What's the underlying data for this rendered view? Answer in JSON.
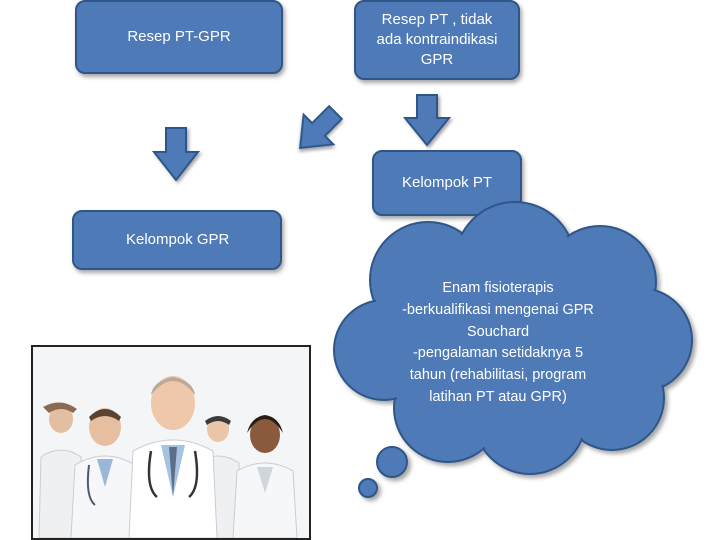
{
  "boxes": {
    "resep_pt_gpr": "Resep PT-GPR",
    "resep_pt_line1": "Resep PT , tidak",
    "resep_pt_line2": "ada kontraindikasi",
    "resep_pt_line3": "GPR",
    "kelompok_pt": "Kelompok PT",
    "kelompok_gpr": "Kelompok GPR"
  },
  "cloud": {
    "lines": [
      "Enam fisioterapis",
      "-berkualifikasi mengenai GPR",
      "Souchard",
      "-pengalaman setidaknya 5",
      "tahun (rehabilitasi, program",
      "latihan PT atau GPR)"
    ]
  },
  "colors": {
    "box_fill": "#4f7ab8",
    "box_border": "#2f5688",
    "arrow_fill": "#4f7ab8",
    "text": "#ffffff"
  },
  "image": {
    "subject": "group of doctors in white coats"
  }
}
